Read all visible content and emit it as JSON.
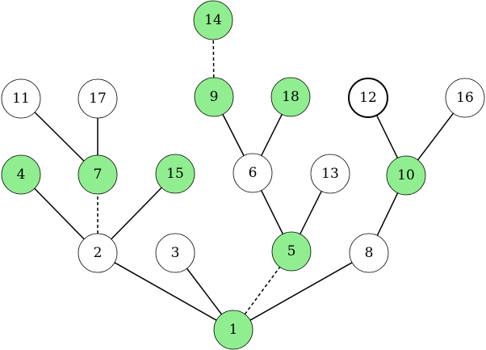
{
  "colors": {
    "highlight_fill": "#90ee90",
    "plain_fill": "#ffffff",
    "stroke": "#000000"
  },
  "nodes": [
    {
      "id": "1",
      "label": "1",
      "highlighted": true
    },
    {
      "id": "2",
      "label": "2",
      "highlighted": false
    },
    {
      "id": "3",
      "label": "3",
      "highlighted": false
    },
    {
      "id": "4",
      "label": "4",
      "highlighted": true
    },
    {
      "id": "5",
      "label": "5",
      "highlighted": true
    },
    {
      "id": "6",
      "label": "6",
      "highlighted": false
    },
    {
      "id": "7",
      "label": "7",
      "highlighted": true
    },
    {
      "id": "8",
      "label": "8",
      "highlighted": false
    },
    {
      "id": "9",
      "label": "9",
      "highlighted": true
    },
    {
      "id": "10",
      "label": "10",
      "highlighted": true
    },
    {
      "id": "11",
      "label": "11",
      "highlighted": false
    },
    {
      "id": "12",
      "label": "12",
      "highlighted": false,
      "bold_outline": true
    },
    {
      "id": "13",
      "label": "13",
      "highlighted": false
    },
    {
      "id": "14",
      "label": "14",
      "highlighted": true
    },
    {
      "id": "15",
      "label": "15",
      "highlighted": true
    },
    {
      "id": "16",
      "label": "16",
      "highlighted": false
    },
    {
      "id": "17",
      "label": "17",
      "highlighted": false
    },
    {
      "id": "18",
      "label": "18",
      "highlighted": true
    }
  ],
  "edges": [
    {
      "from": "1",
      "to": "2",
      "style": "solid"
    },
    {
      "from": "1",
      "to": "3",
      "style": "solid"
    },
    {
      "from": "1",
      "to": "5",
      "style": "dashed"
    },
    {
      "from": "1",
      "to": "8",
      "style": "solid"
    },
    {
      "from": "2",
      "to": "4",
      "style": "solid"
    },
    {
      "from": "2",
      "to": "7",
      "style": "dashed"
    },
    {
      "from": "2",
      "to": "15",
      "style": "solid"
    },
    {
      "from": "7",
      "to": "11",
      "style": "solid"
    },
    {
      "from": "7",
      "to": "17",
      "style": "solid"
    },
    {
      "from": "5",
      "to": "6",
      "style": "solid"
    },
    {
      "from": "5",
      "to": "13",
      "style": "solid"
    },
    {
      "from": "6",
      "to": "9",
      "style": "solid"
    },
    {
      "from": "6",
      "to": "18",
      "style": "solid"
    },
    {
      "from": "9",
      "to": "14",
      "style": "dashed"
    },
    {
      "from": "8",
      "to": "10",
      "style": "solid"
    },
    {
      "from": "10",
      "to": "12",
      "style": "solid"
    },
    {
      "from": "10",
      "to": "16",
      "style": "solid"
    }
  ]
}
